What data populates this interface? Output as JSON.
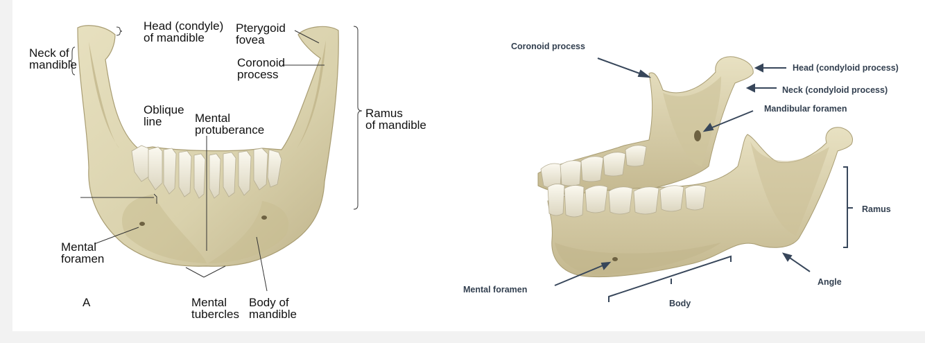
{
  "figure_a": {
    "view_letter": "A",
    "labels": {
      "head": "Head (condyle)\nof mandible",
      "pterygoid": "Pterygoid\nfovea",
      "neck": "Neck of\nmandible",
      "coronoid": "Coronoid\nprocess",
      "ramus": "Ramus\nof mandible",
      "oblique": "Oblique\nline",
      "mental_protuberance": "Mental\nprotuberance",
      "mental_foramen": "Mental\nforamen",
      "mental_tubercles": "Mental\ntubercles",
      "body": "Body of\nmandible"
    }
  },
  "figure_b": {
    "labels": {
      "coronoid": "Coronoid process",
      "head": "Head (condyloid process)",
      "neck": "Neck (condyloid process)",
      "mandibular_foramen": "Mandibular foramen",
      "ramus": "Ramus",
      "mental_foramen": "Mental foramen",
      "angle": "Angle",
      "body": "Body"
    }
  },
  "colors": {
    "bone": "#ddd6b4",
    "bone_shadow": "#b9ad82",
    "tooth": "#f4f0e1",
    "leader": "#37465a",
    "panel": "#ffffff",
    "background": "#f2f2f2"
  }
}
